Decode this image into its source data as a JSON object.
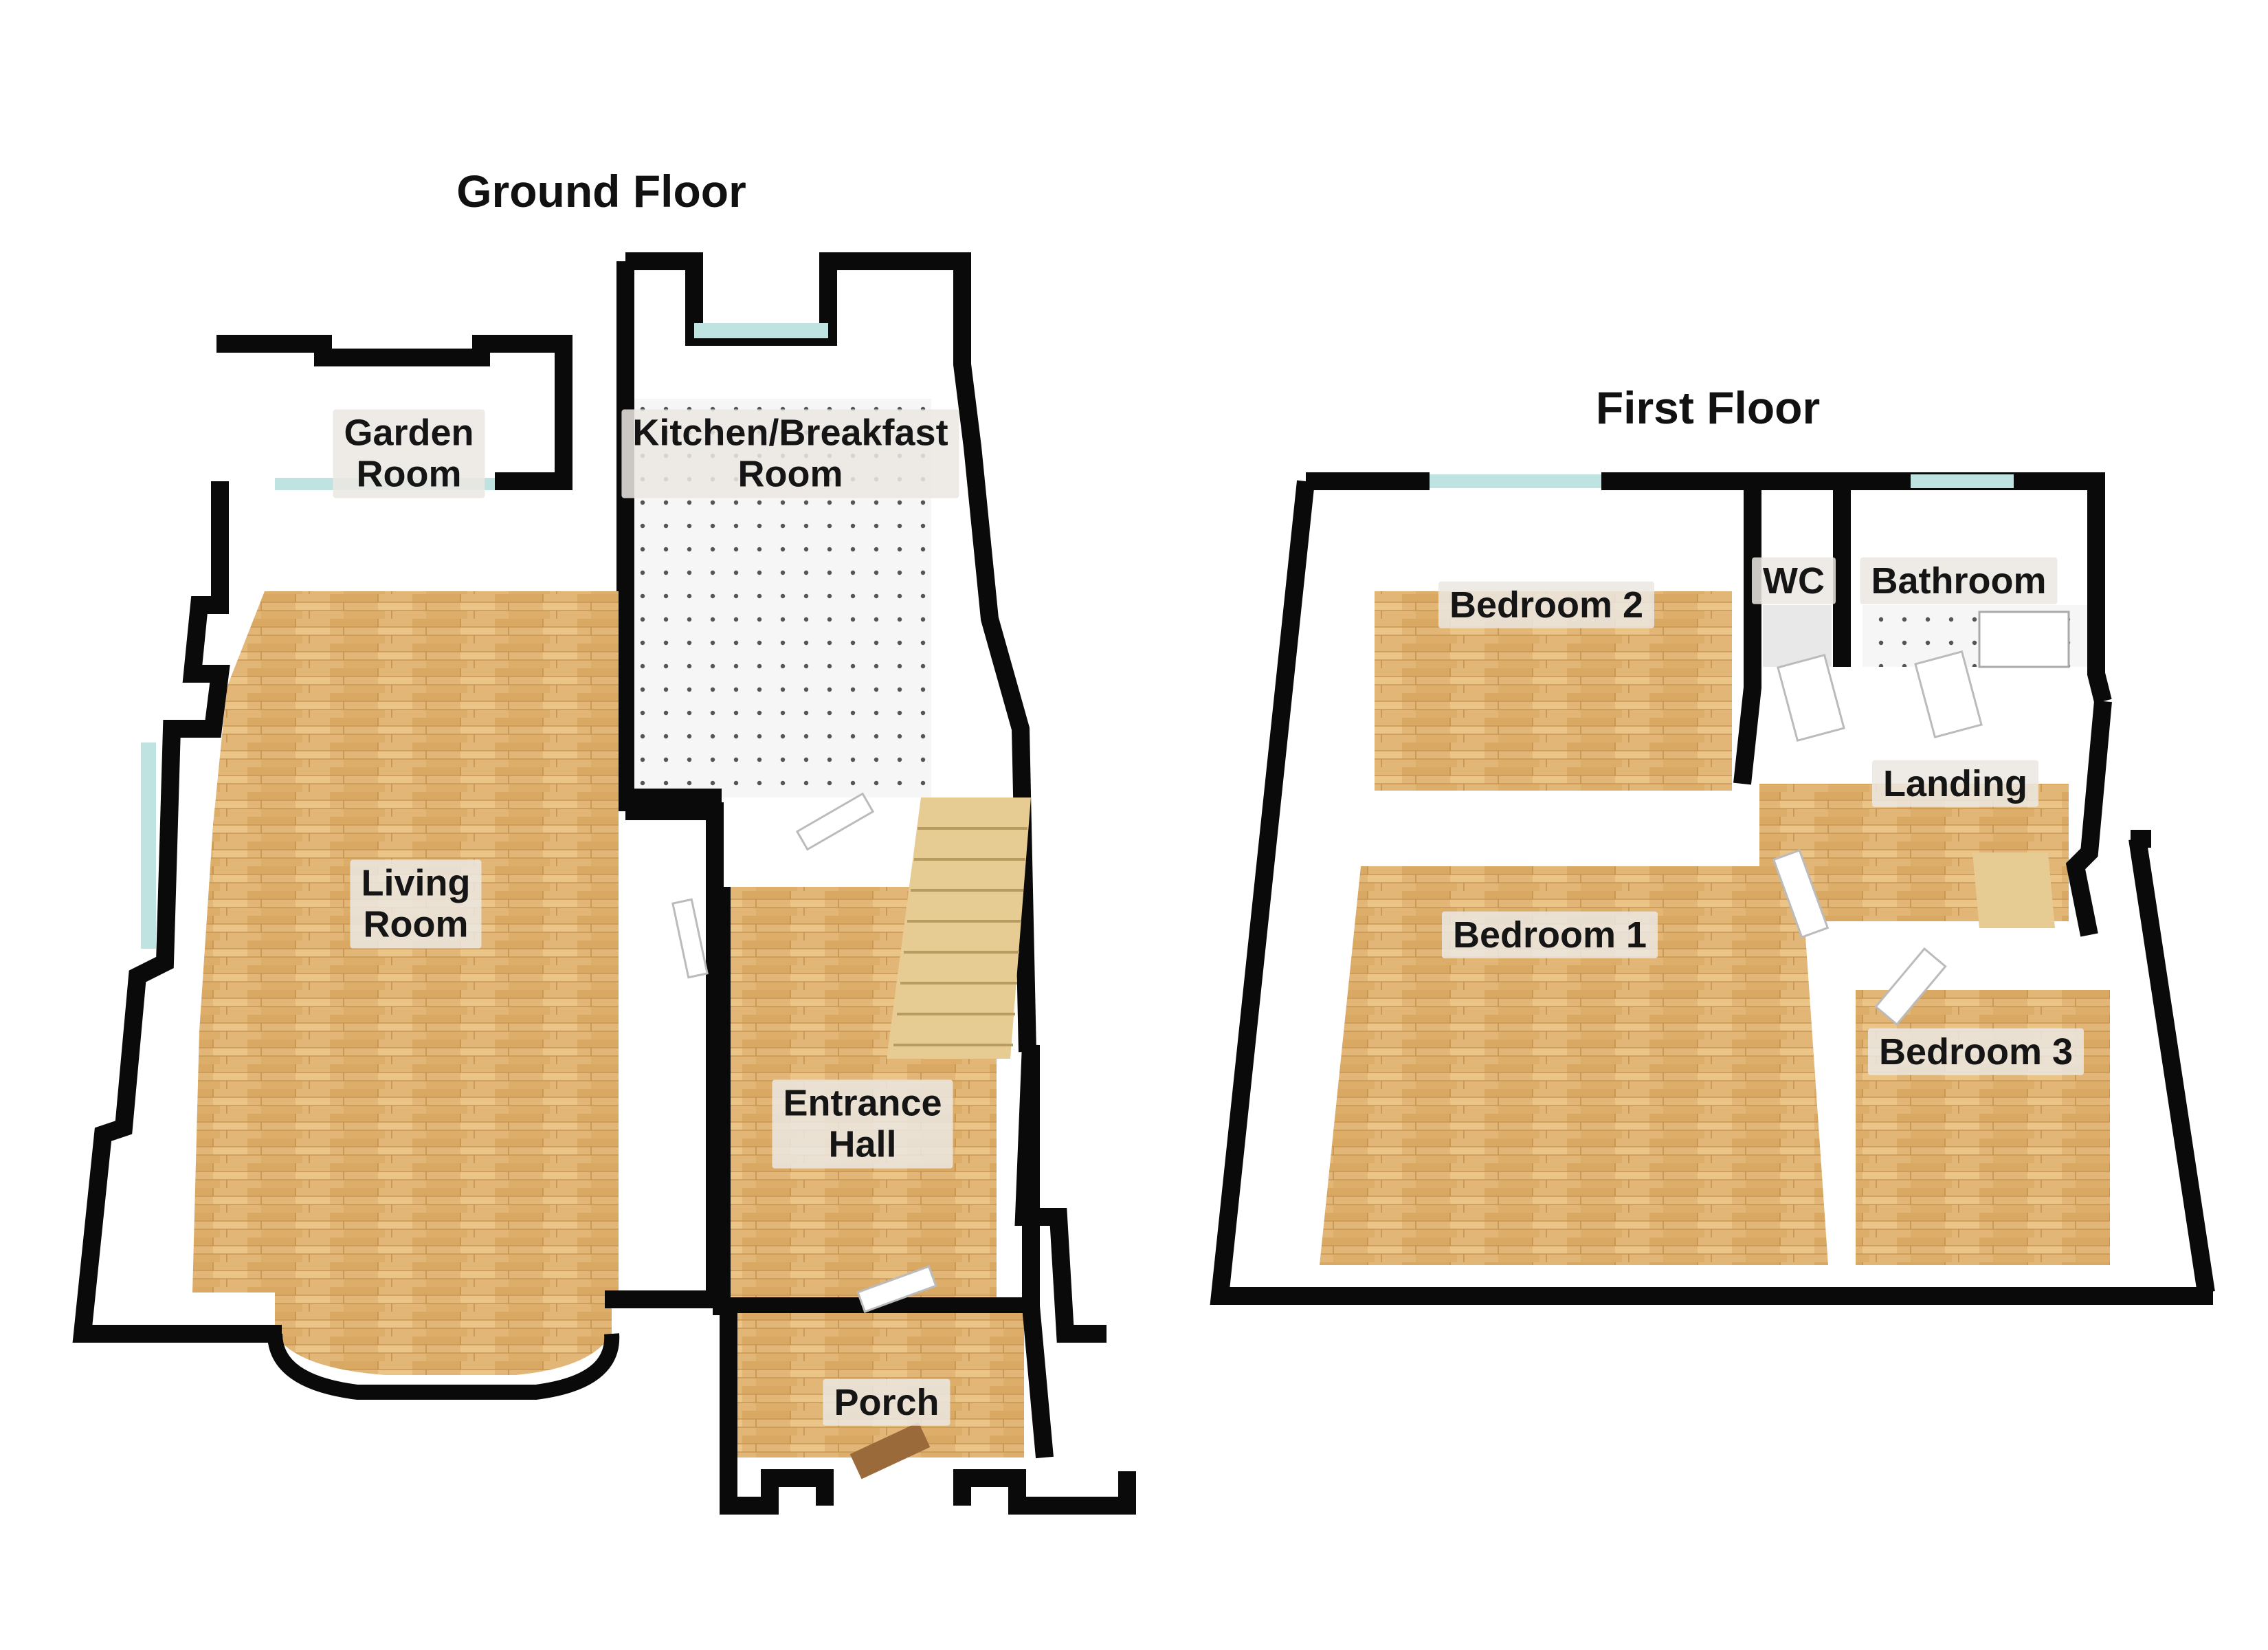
{
  "floors": [
    {
      "title": "Ground Floor",
      "rooms": [
        {
          "id": "garden-room",
          "label": "Garden\nRoom"
        },
        {
          "id": "kitchen-breakfast-room",
          "label": "Kitchen/Breakfast\nRoom"
        },
        {
          "id": "living-room",
          "label": "Living\nRoom"
        },
        {
          "id": "entrance-hall",
          "label": "Entrance\nHall"
        },
        {
          "id": "porch",
          "label": "Porch"
        }
      ]
    },
    {
      "title": "First Floor",
      "rooms": [
        {
          "id": "bedroom-2",
          "label": "Bedroom 2"
        },
        {
          "id": "wc",
          "label": "WC"
        },
        {
          "id": "bathroom",
          "label": "Bathroom"
        },
        {
          "id": "landing",
          "label": "Landing"
        },
        {
          "id": "bedroom-1",
          "label": "Bedroom 1"
        },
        {
          "id": "bedroom-3",
          "label": "Bedroom 3"
        }
      ]
    }
  ],
  "colors": {
    "wall": "#0a0a0a",
    "wall_inner": "#f2f2f2",
    "wood_floor": "#e0b26f",
    "tile_floor": "#f4f4f4",
    "window": "#bfe3e0"
  }
}
